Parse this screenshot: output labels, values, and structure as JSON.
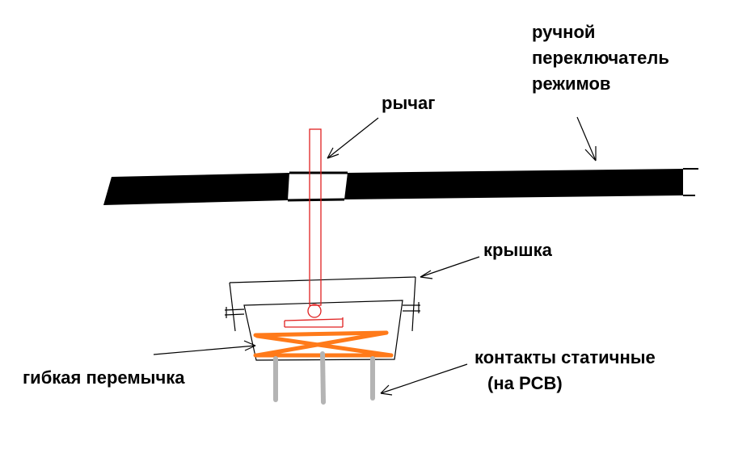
{
  "labels": {
    "mode_switch": [
      "ручной",
      "переключатель",
      "режимов"
    ],
    "lever": "рычаг",
    "cover": "крышка",
    "flex_jumper": "гибкая перемычка",
    "static_contacts": [
      "контакты статичные",
      "(на PCB)"
    ]
  },
  "colors": {
    "ink": "#000000",
    "lever": "#e02020",
    "jumper": "#ff7a1a",
    "contacts": "#b4b4b4"
  }
}
